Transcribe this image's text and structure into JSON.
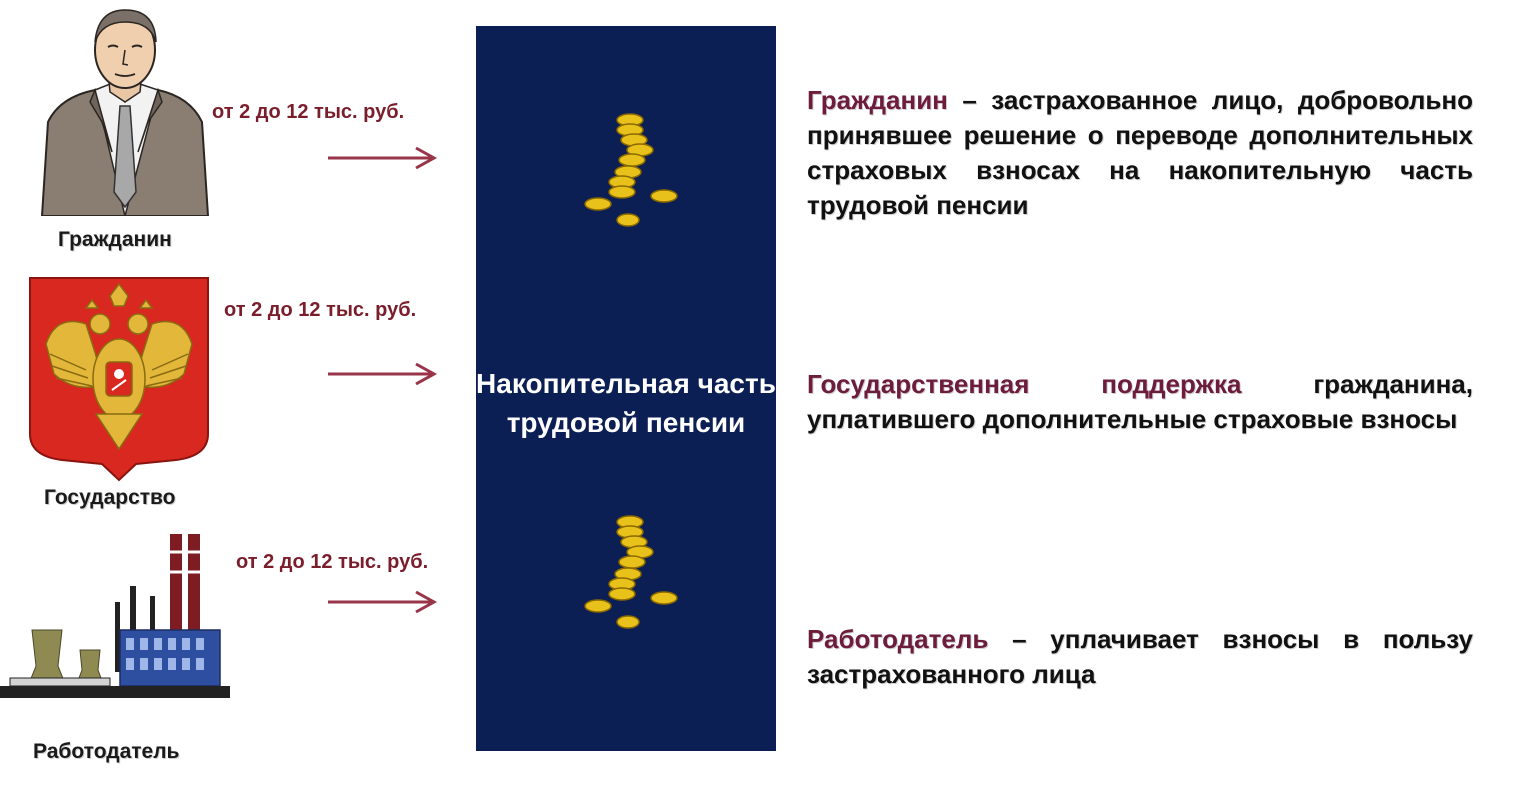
{
  "pension": {
    "title": "Накопительная часть трудовой пенсии"
  },
  "sources": [
    {
      "name": "Гражданин",
      "amount": "от 2 до 12 тыс. руб."
    },
    {
      "name": "Государство",
      "amount": "от 2 до 12 тыс. руб."
    },
    {
      "name": "Работодатель",
      "amount": "от 2 до 12 тыс. руб."
    }
  ],
  "descriptions": [
    {
      "term": "Гражданин",
      "text": " – застрахованное лицо, добровольно принявшее решение о переводе дополнительных страховых взносах на накопительную часть трудовой пенсии"
    },
    {
      "term": "Государственная поддержка",
      "text": " гражданина, уплатившего дополнительные страховые взносы"
    },
    {
      "term": "Работодатель",
      "text": " – уплачивает взносы в пользу застрахованного лица"
    }
  ],
  "colors": {
    "box": "#0c1f54",
    "term": "#6d1c3c",
    "amount": "#7b1e2c",
    "arrow": "#9a3448",
    "coin": "#e8c21a"
  },
  "icons": [
    "citizen-portrait-icon",
    "state-coat-of-arms-icon",
    "factory-icon",
    "coins-stack-icon"
  ]
}
